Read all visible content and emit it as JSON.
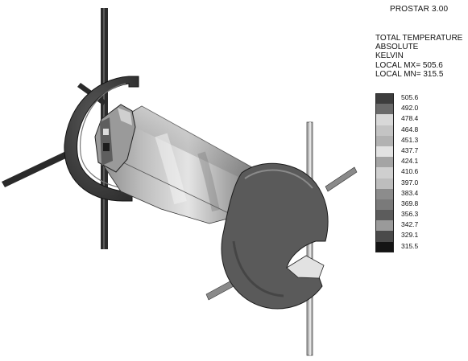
{
  "header": {
    "app_title": "PROSTAR 3.00"
  },
  "plot_info": {
    "lines": [
      "TOTAL TEMPERATURE",
      "ABSOLUTE",
      "KELVIN",
      "LOCAL MX=  505.6",
      "LOCAL MN=  315.5"
    ]
  },
  "legend": {
    "entries": [
      {
        "label": "505.6",
        "color": "#3d3d3d"
      },
      {
        "label": "492.0",
        "color": "#6a6a6a"
      },
      {
        "label": "478.4",
        "color": "#d8d8d8"
      },
      {
        "label": "464.8",
        "color": "#c4c4c4"
      },
      {
        "label": "451.3",
        "color": "#b2b2b2"
      },
      {
        "label": "437.7",
        "color": "#e2e2e2"
      },
      {
        "label": "424.1",
        "color": "#a4a4a4"
      },
      {
        "label": "410.6",
        "color": "#cfcfcf"
      },
      {
        "label": "397.0",
        "color": "#bdbdbd"
      },
      {
        "label": "383.4",
        "color": "#8c8c8c"
      },
      {
        "label": "369.8",
        "color": "#7a7a7a"
      },
      {
        "label": "356.3",
        "color": "#5c5c5c"
      },
      {
        "label": "342.7",
        "color": "#9a9a9a"
      },
      {
        "label": "329.1",
        "color": "#4a4a4a"
      },
      {
        "label": "315.5",
        "color": "#141414"
      }
    ]
  }
}
